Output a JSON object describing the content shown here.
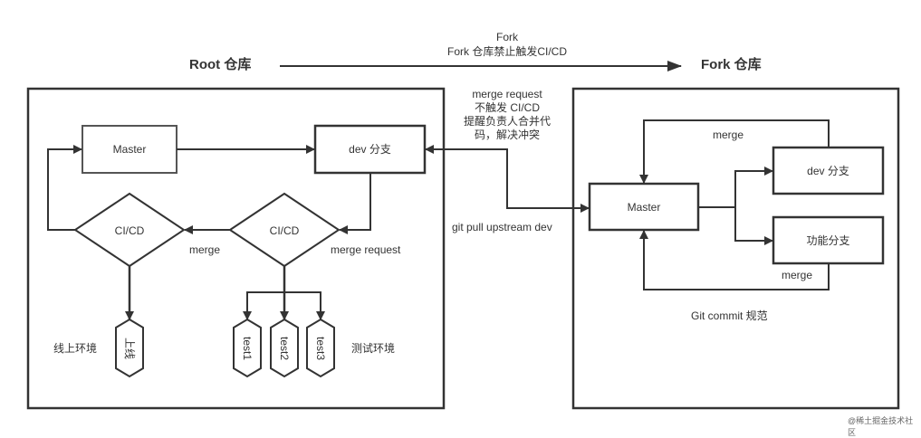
{
  "header": {
    "root_repo_label": "Root 仓库",
    "fork_repo_label": "Fork 仓库",
    "fork_arrow_title": "Fork",
    "fork_arrow_note": "Fork 仓库禁止触发CI/CD"
  },
  "middle": {
    "merge_request_note": [
      "merge request",
      "不触发 CI/CD",
      "提醒负责人合并代",
      "码，解决冲突"
    ],
    "git_pull_label": "git pull upstream dev"
  },
  "root": {
    "master_label": "Master",
    "dev_label": "dev 分支",
    "cicd_left_label": "CI/CD",
    "cicd_right_label": "CI/CD",
    "merge_label": "merge",
    "merge_request_label": "merge request",
    "prod_env_label": "线上环境",
    "prod_node_label": "上线",
    "test_nodes": [
      "test1",
      "test2",
      "test3"
    ],
    "test_env_label": "测试环境"
  },
  "fork": {
    "master_label": "Master",
    "dev_label": "dev 分支",
    "feature_label": "功能分支",
    "merge_top_label": "merge",
    "merge_bottom_label": "merge",
    "commit_rule_label": "Git commit 规范"
  },
  "watermark": "@稀土掘金技术社区",
  "colors": {
    "stroke": "#333333",
    "light_stroke": "#555555",
    "background": "#ffffff"
  }
}
